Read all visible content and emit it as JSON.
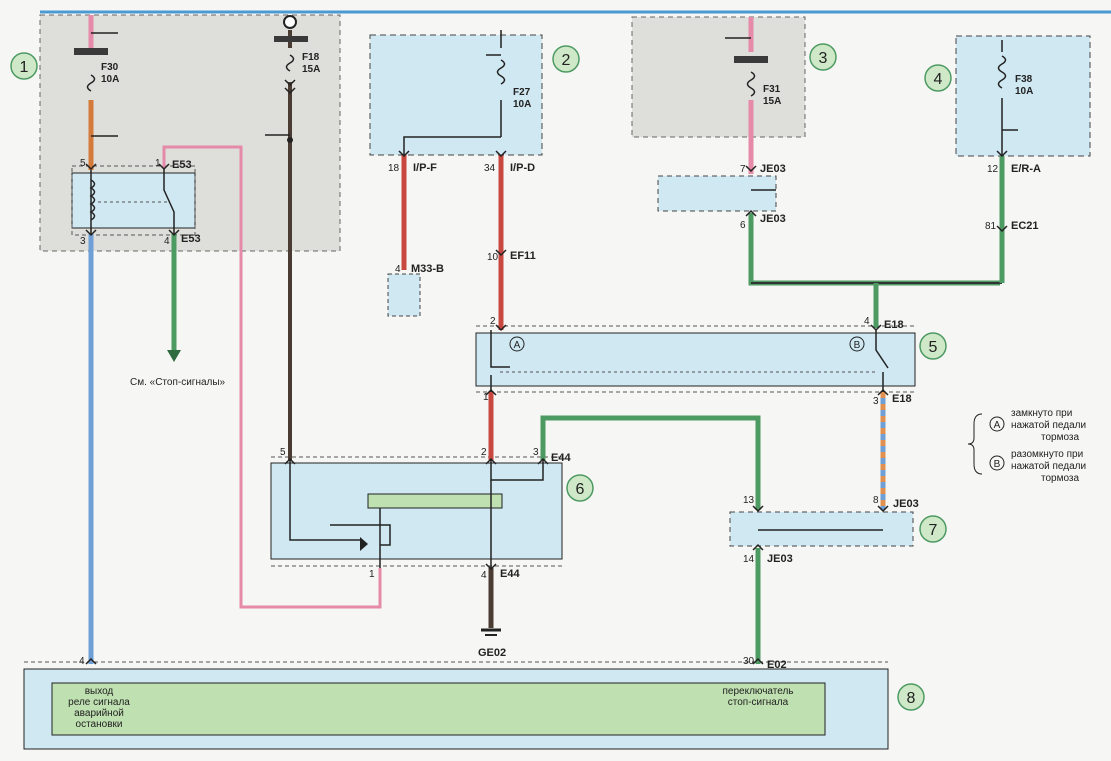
{
  "fuses": {
    "f30": {
      "name": "F30",
      "rating": "10A"
    },
    "f18": {
      "name": "F18",
      "rating": "15A"
    },
    "f27": {
      "name": "F27",
      "rating": "10A"
    },
    "f31": {
      "name": "F31",
      "rating": "15A"
    },
    "f38": {
      "name": "F38",
      "rating": "10A"
    }
  },
  "badges": [
    "1",
    "2",
    "3",
    "4",
    "5",
    "6",
    "7",
    "8"
  ],
  "connectors": {
    "e53": "E53",
    "ip_f": "I/P-F",
    "ip_d": "I/P-D",
    "ef11": "EF11",
    "m33b": "M33-B",
    "je03": "JE03",
    "er_a": "E/R-A",
    "ec21": "EC21",
    "e18": "E18",
    "e44": "E44",
    "ge02": "GE02",
    "e02": "E02"
  },
  "pins": {
    "e53_5": "5",
    "e53_1": "1",
    "e53_3": "3",
    "e53_4": "4",
    "ipf_18": "18",
    "ipd_34": "34",
    "m33_4": "4",
    "ef11_10": "10",
    "je03_7": "7",
    "je03_6": "6",
    "era_12": "12",
    "ec21_81": "81",
    "e18_2": "2",
    "e18_4": "4",
    "e18_1": "1",
    "e18_3": "3",
    "e44_5": "5",
    "e44_2": "2",
    "e44_3": "3",
    "e44_1": "1",
    "e44_4": "4",
    "je03_13": "13",
    "je03_8": "8",
    "je03_14": "14",
    "e02_4": "4",
    "e02_30": "30"
  },
  "switch_marks": {
    "a": "A",
    "b": "B"
  },
  "notes": {
    "stop_ref": "См. «Стоп-сигналы»",
    "legend_a": [
      "замкнуто при",
      "нажатой педали",
      "тормоза"
    ],
    "legend_b": [
      "разомкнуто при",
      "нажатой педали",
      "тормоза"
    ],
    "module8_left": [
      "выход",
      "реле сигнала",
      "аварийной",
      "остановки"
    ],
    "module8_right": [
      "переключатель",
      "стоп-сигнала"
    ]
  },
  "colors": {
    "pink": "#e58aa8",
    "red": "#c8473f",
    "green": "#4e9a63",
    "blue": "#6f9fd6",
    "brown": "#4a3b33",
    "panel_blue": "#cfe8f2",
    "panel_grey": "#dededa",
    "panel_green": "#bfe0b0"
  }
}
